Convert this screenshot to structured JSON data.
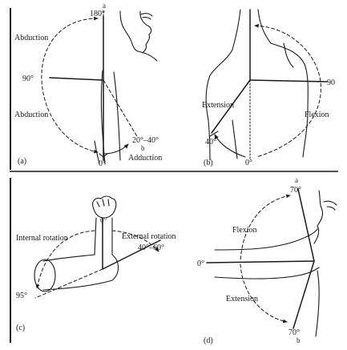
{
  "panels": {
    "a": {
      "caption": "(a)",
      "labels": {
        "top_angle": "180°",
        "top_point": "a",
        "abduction_upper": "Abduction",
        "abduction_lower": "Abduction",
        "left_angle": "90°",
        "bottom_angle": "0°",
        "adduction_range": "20°–40°",
        "point_b": "b",
        "adduction": "Adduction"
      }
    },
    "b": {
      "caption": "(b)",
      "labels": {
        "right_angle": "90",
        "extension": "Extension",
        "flexion": "Flexion",
        "ext_angle": "40°",
        "bottom_angle": "0°"
      }
    },
    "c": {
      "caption": "(c)",
      "labels": {
        "internal_rotation": "Internal rotation",
        "external_rotation": "External rotation",
        "ext_range": "40°–60°",
        "fist_angle": "0°",
        "int_angle": "95°"
      }
    },
    "d": {
      "caption": "(d)",
      "labels": {
        "top_angle": "70°",
        "top_point": "a",
        "flexion": "Flexion",
        "left_angle": "0°",
        "extension": "Extension",
        "bottom_angle": "70°",
        "point_b": "b"
      }
    }
  },
  "colors": {
    "ink": "#1a1a1a",
    "background": "#ffffff"
  }
}
